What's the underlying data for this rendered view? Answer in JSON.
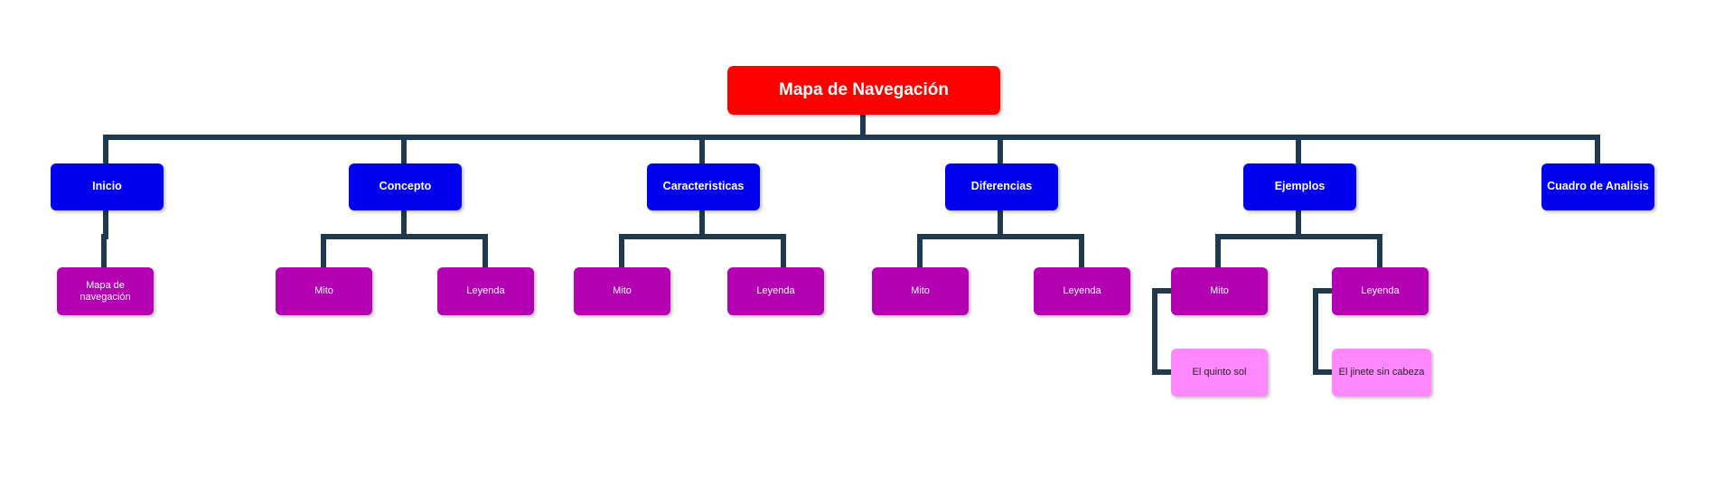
{
  "diagram": {
    "root": {
      "label": "Mapa de Navegación"
    },
    "sections": [
      {
        "label": "Inicio",
        "children": [
          {
            "label": "Mapa de navegación"
          }
        ]
      },
      {
        "label": "Concepto",
        "children": [
          {
            "label": "Mito"
          },
          {
            "label": "Leyenda"
          }
        ]
      },
      {
        "label": "Caracteristicas",
        "children": [
          {
            "label": "Mito"
          },
          {
            "label": "Leyenda"
          }
        ]
      },
      {
        "label": "Diferencias",
        "children": [
          {
            "label": "Mito"
          },
          {
            "label": "Leyenda"
          }
        ]
      },
      {
        "label": "Ejemplos",
        "children": [
          {
            "label": "Mito",
            "children": [
              {
                "label": "El quinto sol"
              }
            ]
          },
          {
            "label": "Leyenda",
            "children": [
              {
                "label": "El jinete sin cabeza"
              }
            ]
          }
        ]
      },
      {
        "label": "Cuadro de Analisis",
        "children": []
      }
    ]
  },
  "colors": {
    "root": "#ff0000",
    "section": "#0000ee",
    "subtopic": "#b300b3",
    "example": "#ff88ff",
    "connector": "#1f3a4f"
  }
}
